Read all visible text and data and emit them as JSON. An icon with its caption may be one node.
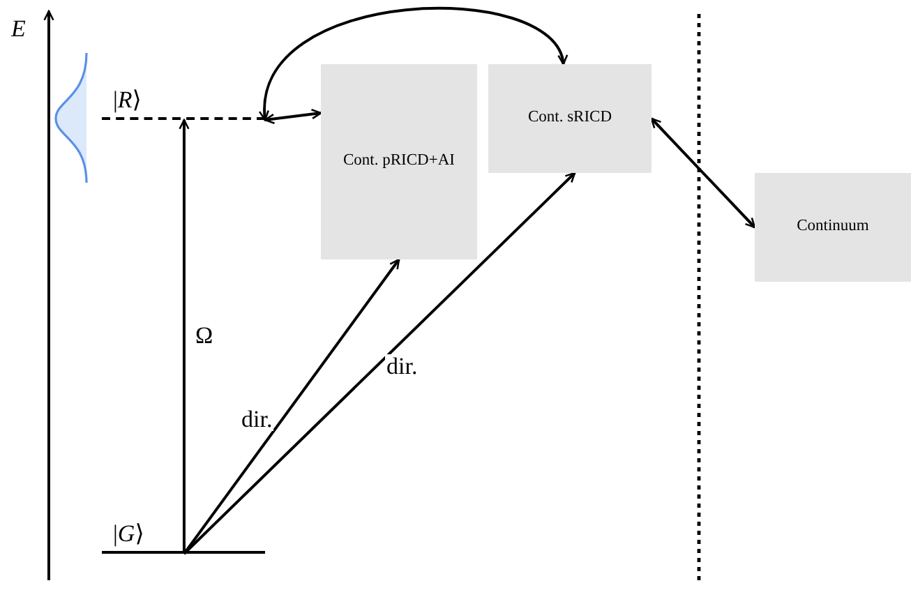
{
  "diagram": {
    "nodes": [
      {
        "text": [
          "|*R*⟩"
        ]
      },
      {
        "text": [
          "|*G*⟩"
        ]
      },
      {
        "text": [
          "Cont. pRICD+AI"
        ]
      },
      {
        "text": [
          "Cont. sRICD"
        ]
      },
      {
        "text": [
          "Continuum"
        ]
      }
    ],
    "edges": [
      {
        "from": 1,
        "to": 0,
        "arrow": "to",
        "label": "Ω"
      },
      {
        "from": 1,
        "to": 2,
        "arrow": "to",
        "label": "dir."
      },
      {
        "from": 1,
        "to": 3,
        "arrow": "to",
        "label": "dir."
      },
      {
        "from": 0,
        "to": 2,
        "arrow": "both"
      },
      {
        "from": 0,
        "to": 3,
        "arrow": "both"
      },
      {
        "from": 3,
        "to": 4,
        "arrow": "both"
      }
    ],
    "labels": [
      "E"
    ]
  }
}
